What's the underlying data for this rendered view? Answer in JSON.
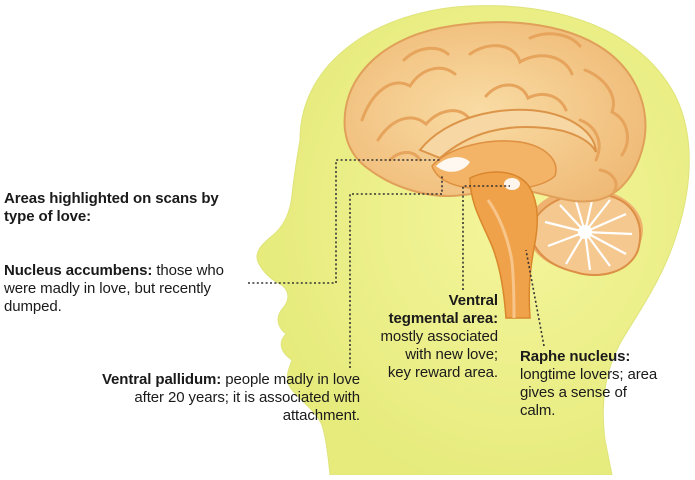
{
  "heading": "Areas highlighted on scans by type of love:",
  "regions": [
    {
      "id": "nucleus_accumbens",
      "name": "Nucleus accumbens:",
      "description": "those who were madly in love, but recently dumped."
    },
    {
      "id": "ventral_pallidum",
      "name": "Ventral pallidum:",
      "description": "people madly in love after 20 years; it is associated with attachment."
    },
    {
      "id": "ventral_tegmental_area",
      "name": "Ventral tegmental area:",
      "description": "mostly associated with new love; key reward area."
    },
    {
      "id": "raphe_nucleus",
      "name": "Raphe nucleus:",
      "description": "longtime lovers; area gives a sense of calm."
    }
  ],
  "colors": {
    "head": "#eef08a",
    "head_edge": "#dfe47a",
    "brain": "#f6cf8f",
    "brain_fold": "#e9ab5a",
    "brainstem": "#f0a24a",
    "highlight": "#ffffff",
    "leader": "#333333"
  }
}
